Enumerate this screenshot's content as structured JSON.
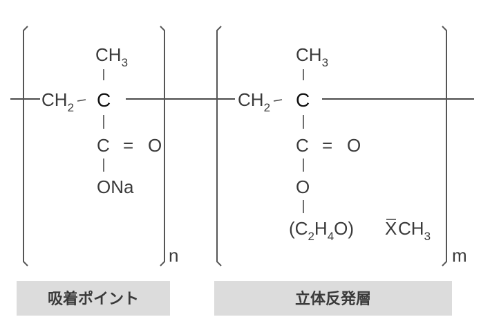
{
  "left_unit": {
    "ch3": "CH",
    "ch3_sub": "3",
    "ch2": "CH",
    "ch2_sub": "2",
    "carbon_center": "C",
    "carbon_carbonyl": "C",
    "double_bond": "=",
    "oxygen_double": "O",
    "ona": "ONa",
    "repeat": "n"
  },
  "right_unit": {
    "ch3": "CH",
    "ch3_sub": "3",
    "ch2": "CH",
    "ch2_sub": "2",
    "carbon_center": "C",
    "carbon_carbonyl": "C",
    "double_bond": "=",
    "oxygen_double": "O",
    "oxygen_single": "O",
    "chain_open": "(C",
    "chain_sub1": "2",
    "chain_h": "H",
    "chain_sub2": "4",
    "chain_close": "O)",
    "chain_x": "X",
    "chain_ch3": "CH",
    "chain_ch3_sub": "3",
    "repeat": "m"
  },
  "labels": {
    "left": "吸着ポイント",
    "right": "立体反発層"
  }
}
